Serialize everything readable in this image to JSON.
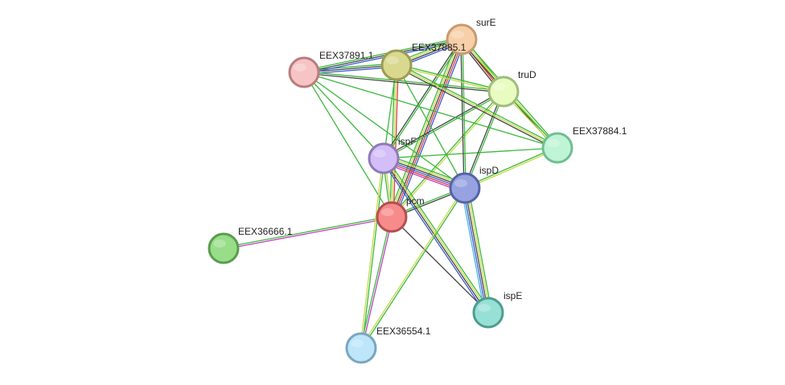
{
  "nodes": [
    {
      "id": "surE",
      "label": "surE",
      "fill": "#f7cfa8",
      "stroke": "#c79a70"
    },
    {
      "id": "EEX37885.1",
      "label": "EEX37885.1",
      "fill": "#d8d88e",
      "stroke": "#9c9c52"
    },
    {
      "id": "EEX37891.1",
      "label": "EEX37891.1",
      "fill": "#f6c4c4",
      "stroke": "#b87d7d"
    },
    {
      "id": "truD",
      "label": "truD",
      "fill": "#e8fbc0",
      "stroke": "#9fbd7b"
    },
    {
      "id": "EEX37884.1",
      "label": "EEX37884.1",
      "fill": "#bff4d6",
      "stroke": "#6fbf91"
    },
    {
      "id": "ispF",
      "label": "ispF",
      "fill": "#d3bef7",
      "stroke": "#8f7ab8"
    },
    {
      "id": "ispD",
      "label": "ispD",
      "fill": "#97a2e0",
      "stroke": "#5563a8"
    },
    {
      "id": "pcm",
      "label": "pcm",
      "fill": "#f78a8a",
      "stroke": "#b54e4e"
    },
    {
      "id": "EEX36666.1",
      "label": "EEX36666.1",
      "fill": "#98dd88",
      "stroke": "#5a9c4e"
    },
    {
      "id": "ispE",
      "label": "ispE",
      "fill": "#97e0d6",
      "stroke": "#4e9c90"
    },
    {
      "id": "EEX36554.1",
      "label": "EEX36554.1",
      "fill": "#bde6fa",
      "stroke": "#7aa6bf"
    }
  ],
  "edge_colors": {
    "green": "#3cb83c",
    "lime": "#c8d84a",
    "black": "#444444",
    "blue": "#3a5bd9",
    "red": "#e03a3a",
    "magenta": "#c23ec2",
    "cyan": "#45b8d8"
  },
  "edges": [
    {
      "a": "pcm",
      "b": "surE",
      "colors": [
        "green",
        "lime",
        "black",
        "red",
        "blue"
      ]
    },
    {
      "a": "pcm",
      "b": "EEX37885.1",
      "colors": [
        "green",
        "lime",
        "red"
      ]
    },
    {
      "a": "pcm",
      "b": "EEX37891.1",
      "colors": [
        "green"
      ]
    },
    {
      "a": "pcm",
      "b": "truD",
      "colors": [
        "green",
        "lime"
      ]
    },
    {
      "a": "pcm",
      "b": "ispF",
      "colors": [
        "green",
        "lime"
      ]
    },
    {
      "a": "pcm",
      "b": "ispD",
      "colors": [
        "green",
        "black"
      ]
    },
    {
      "a": "pcm",
      "b": "EEX36666.1",
      "colors": [
        "magenta",
        "green"
      ]
    },
    {
      "a": "pcm",
      "b": "ispE",
      "colors": [
        "black"
      ]
    },
    {
      "a": "pcm",
      "b": "EEX36554.1",
      "colors": [
        "magenta",
        "green"
      ]
    },
    {
      "a": "ispF",
      "b": "ispD",
      "colors": [
        "green",
        "lime",
        "black",
        "blue",
        "red",
        "magenta"
      ]
    },
    {
      "a": "ispF",
      "b": "ispE",
      "colors": [
        "green",
        "lime",
        "black",
        "blue"
      ]
    },
    {
      "a": "ispF",
      "b": "surE",
      "colors": [
        "black",
        "green"
      ]
    },
    {
      "a": "ispF",
      "b": "EEX37885.1",
      "colors": [
        "green"
      ]
    },
    {
      "a": "ispF",
      "b": "EEX37891.1",
      "colors": [
        "green"
      ]
    },
    {
      "a": "ispF",
      "b": "truD",
      "colors": [
        "black",
        "green"
      ]
    },
    {
      "a": "ispF",
      "b": "EEX37884.1",
      "colors": [
        "green"
      ]
    },
    {
      "a": "ispF",
      "b": "EEX36554.1",
      "colors": [
        "green",
        "lime"
      ]
    },
    {
      "a": "ispD",
      "b": "ispE",
      "colors": [
        "green",
        "lime",
        "black",
        "blue",
        "cyan"
      ]
    },
    {
      "a": "ispD",
      "b": "surE",
      "colors": [
        "black",
        "green"
      ]
    },
    {
      "a": "ispD",
      "b": "truD",
      "colors": [
        "black",
        "green"
      ]
    },
    {
      "a": "ispD",
      "b": "EEX37884.1",
      "colors": [
        "green",
        "lime"
      ]
    },
    {
      "a": "ispD",
      "b": "EEX37885.1",
      "colors": [
        "green"
      ]
    },
    {
      "a": "ispD",
      "b": "EEX37891.1",
      "colors": [
        "green"
      ]
    },
    {
      "a": "ispD",
      "b": "EEX36554.1",
      "colors": [
        "green",
        "lime"
      ]
    },
    {
      "a": "EEX37891.1",
      "b": "EEX37885.1",
      "colors": [
        "green",
        "black",
        "blue"
      ]
    },
    {
      "a": "EEX37891.1",
      "b": "surE",
      "colors": [
        "green",
        "black",
        "blue"
      ]
    },
    {
      "a": "EEX37891.1",
      "b": "truD",
      "colors": [
        "green",
        "black"
      ]
    },
    {
      "a": "EEX37891.1",
      "b": "EEX37884.1",
      "colors": [
        "green"
      ]
    },
    {
      "a": "EEX37885.1",
      "b": "surE",
      "colors": [
        "green",
        "lime",
        "black",
        "blue"
      ]
    },
    {
      "a": "EEX37885.1",
      "b": "truD",
      "colors": [
        "green",
        "lime"
      ]
    },
    {
      "a": "EEX37885.1",
      "b": "EEX37884.1",
      "colors": [
        "green",
        "lime",
        "black"
      ]
    },
    {
      "a": "surE",
      "b": "truD",
      "colors": [
        "green",
        "lime",
        "red",
        "black"
      ]
    },
    {
      "a": "surE",
      "b": "EEX37884.1",
      "colors": [
        "green",
        "lime",
        "black"
      ]
    },
    {
      "a": "truD",
      "b": "EEX37884.1",
      "colors": [
        "green",
        "lime"
      ]
    }
  ]
}
